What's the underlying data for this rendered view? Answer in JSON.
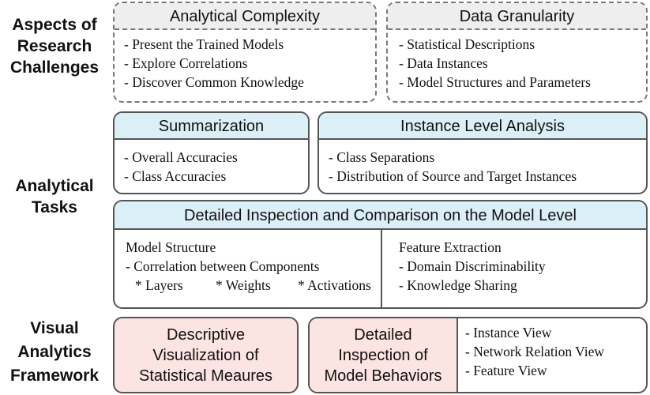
{
  "labels": {
    "research": [
      "Aspects of",
      "Research",
      "Challenges"
    ],
    "tasks": [
      "Analytical",
      "Tasks"
    ],
    "framework": [
      "Visual",
      "Analytics",
      "Framework"
    ]
  },
  "analytical_complexity": {
    "title": "Analytical Complexity",
    "items": [
      "- Present the Trained Models",
      "- Explore Correlations",
      "- Discover Common Knowledge"
    ]
  },
  "data_granularity": {
    "title": "Data Granularity",
    "items": [
      "- Statistical Descriptions",
      "- Data Instances",
      "- Model Structures and Parameters"
    ]
  },
  "summarization": {
    "title": "Summarization",
    "items": [
      "- Overall Accuracies",
      "- Class Accuracies"
    ]
  },
  "instance_level": {
    "title": "Instance Level Analysis",
    "items": [
      "- Class Separations",
      "- Distribution of Source and Target Instances"
    ]
  },
  "model_level": {
    "title": "Detailed Inspection and Comparison on the Model Level",
    "left": {
      "heading": "Model Structure",
      "item": "- Correlation between Components",
      "subs": [
        "* Layers",
        "* Weights",
        "* Activations"
      ]
    },
    "right": {
      "heading": "Feature Extraction",
      "items": [
        "- Domain Discriminability",
        "- Knowledge Sharing"
      ]
    }
  },
  "descriptive": {
    "lines": [
      "Descriptive",
      "Visualization of",
      "Statistical Meaures"
    ]
  },
  "detailed": {
    "lines": [
      "Detailed",
      "Inspection of",
      "Model Behaviors"
    ],
    "views": [
      "- Instance View",
      "- Network Relation View",
      "- Feature View"
    ]
  }
}
